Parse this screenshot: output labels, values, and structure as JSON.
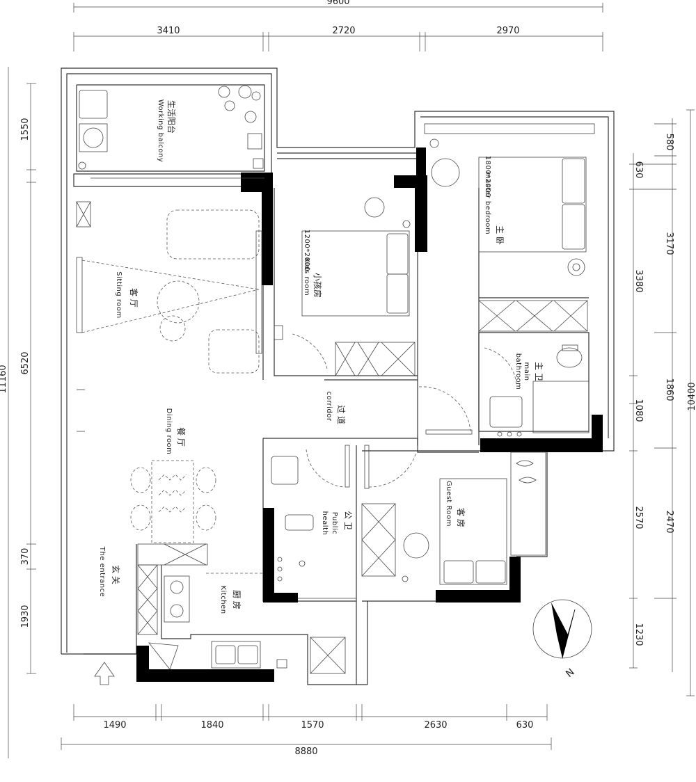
{
  "dimensions": {
    "top_total": "9600",
    "top": [
      "3410",
      "2720",
      "2970"
    ],
    "bottom": [
      "1490",
      "1840",
      "1570",
      "2630",
      "630"
    ],
    "bottom_total": "8880",
    "left": [
      "1550",
      "6520",
      "370",
      "1930"
    ],
    "left_total": "11160",
    "right_outer": "10400",
    "right": [
      "580",
      "630",
      "3170",
      "3380",
      "1860",
      "1080",
      "2570",
      "2470",
      "1230"
    ]
  },
  "rooms": {
    "balcony": {
      "cn": "生活阳台",
      "en": "Working balcony"
    },
    "sitting": {
      "cn": "客 厅",
      "en": "Sitting room"
    },
    "kids": {
      "cn": "小孩房",
      "en": "Kids room",
      "bed": "1200*2000"
    },
    "master": {
      "cn": "主 卧",
      "en": "master bedroom",
      "bed": "1800*2000"
    },
    "corridor": {
      "cn": "过 道",
      "en": "corridor"
    },
    "main_bath": {
      "cn": "主 卫",
      "en1": "main",
      "en2": "bathroom"
    },
    "dining": {
      "cn": "餐 厅",
      "en": "Dining room"
    },
    "public": {
      "cn": "公 卫",
      "en1": "Public",
      "en2": "health"
    },
    "guest": {
      "cn": "客 房",
      "en": "Guest Room"
    },
    "entrance": {
      "cn": "玄 关",
      "en": "The entrance"
    },
    "kitchen": {
      "cn": "厨 房",
      "en": "Kitchen"
    }
  },
  "compass": {
    "label": "N"
  }
}
